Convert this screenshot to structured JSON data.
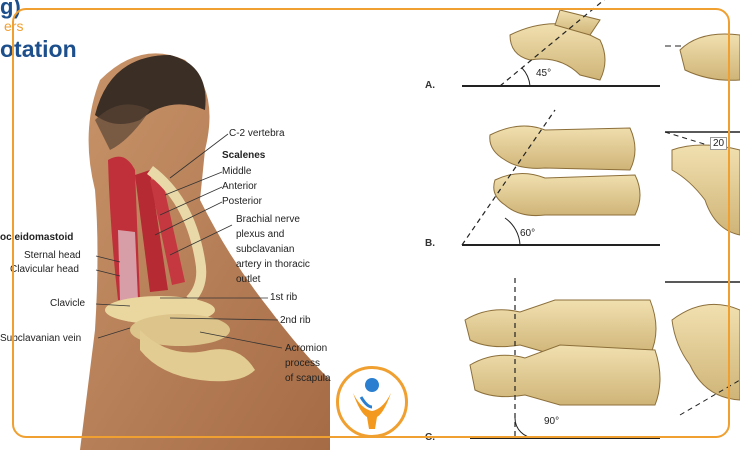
{
  "header": {
    "title_fragment_top": "g)",
    "subtitle_fragment": "ers",
    "title": "otation"
  },
  "neck_labels": {
    "c2": "C-2 vertebra",
    "scalenes": "Scalenes",
    "middle": "Middle",
    "anterior": "Anterior",
    "posterior": "Posterior",
    "brachial_1": "Brachial nerve",
    "brachial_2": "plexus and",
    "brachial_3": "subclavanian",
    "brachial_4": "artery in thoracic",
    "brachial_5": "outlet",
    "scm": "ocleidomastoid",
    "sternal": "Sternal head",
    "clavicular": "Clavicular head",
    "clavicle": "Clavicle",
    "rib1": "1st rib",
    "rib2": "2nd rib",
    "subclavian_vein": "Subclavanian vein",
    "acromion_1": "Acromion",
    "acromion_2": "process",
    "acromion_3": "of scapula"
  },
  "spine_figures": {
    "a_label": "A.",
    "a_angle": "45°",
    "b_label": "B.",
    "b_angle": "60°",
    "b_side_angle": "20",
    "c_label": "C.",
    "c_angle": "90°"
  },
  "colors": {
    "frame": "#f0a030",
    "title": "#1d4f8c",
    "bone": "#e8d29a",
    "muscle": "#c0303a"
  },
  "logo": {
    "icon": "person-logo-icon"
  }
}
